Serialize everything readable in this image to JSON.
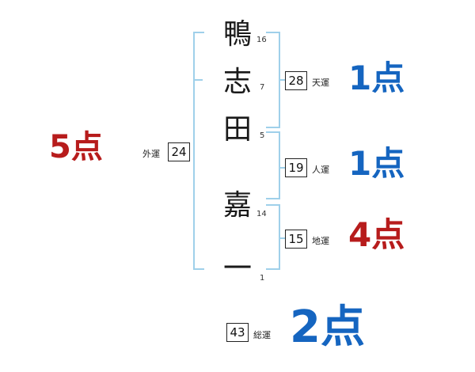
{
  "name_chars": [
    "鴨",
    "志",
    "田",
    "嘉",
    "一"
  ],
  "strokes": [
    "16",
    "7",
    "5",
    "14",
    "1"
  ],
  "gaiun": {
    "label": "外運",
    "value": "24",
    "score": "5点",
    "score_color": "#b71c1c"
  },
  "tenun": {
    "label": "天運",
    "value": "28",
    "score": "1点",
    "score_color": "#1565c0"
  },
  "jinun": {
    "label": "人運",
    "value": "19",
    "score": "1点",
    "score_color": "#1565c0"
  },
  "chiun": {
    "label": "地運",
    "value": "15",
    "score": "4点",
    "score_color": "#b71c1c"
  },
  "souun": {
    "label": "総運",
    "value": "43",
    "score": "2点",
    "score_color": "#1565c0"
  },
  "bracket_color": "#9fd0ea"
}
